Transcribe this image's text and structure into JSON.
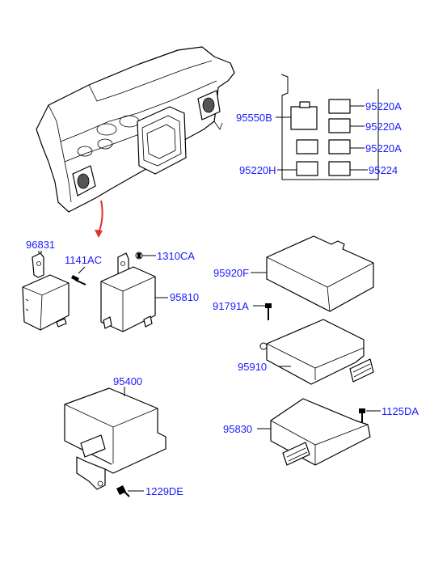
{
  "parts": {
    "p95550B": "95550B",
    "p95220A_1": "95220A",
    "p95220A_2": "95220A",
    "p95220A_3": "95220A",
    "p95220H": "95220H",
    "p95224": "95224",
    "p96831": "96831",
    "p1141AC": "1141AC",
    "p1310CA": "1310CA",
    "p95810": "95810",
    "p95920F": "95920F",
    "p91791A": "91791A",
    "p95910": "95910",
    "p95400": "95400",
    "p95830": "95830",
    "p1125DA": "1125DA",
    "p1229DE": "1229DE"
  },
  "colors": {
    "label": "#1a1aff",
    "arrow": "#e0302a",
    "line": "#000000"
  }
}
